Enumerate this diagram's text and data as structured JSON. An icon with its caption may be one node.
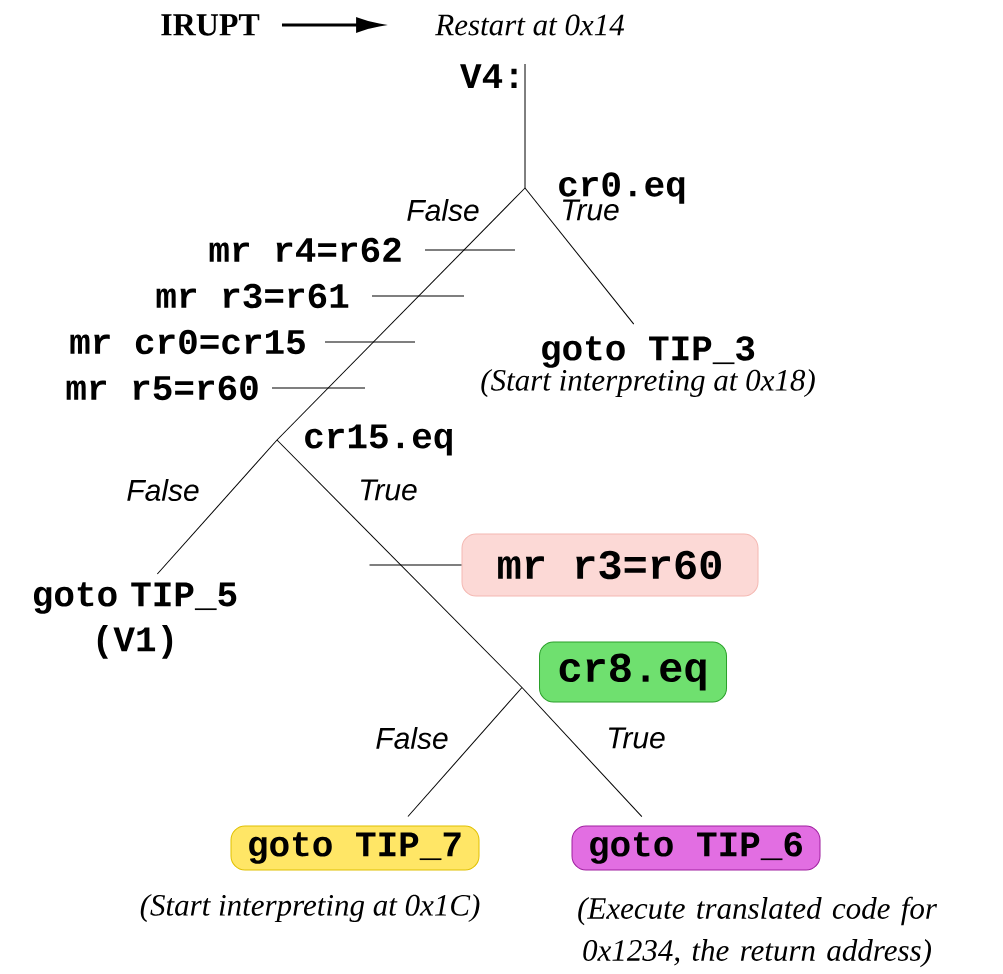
{
  "diagram": {
    "nodes": [
      {
        "text": [
          "IRUPT"
        ]
      },
      {
        "text": [
          "Restart at 0x14"
        ]
      },
      {
        "text": [
          "V4:"
        ]
      },
      {
        "text": [
          "cr0.eq"
        ]
      },
      {
        "text": [
          "mr r4=r62"
        ]
      },
      {
        "text": [
          "mr r3=r61"
        ]
      },
      {
        "text": [
          "mr cr0=cr15"
        ]
      },
      {
        "text": [
          "goto TIP_3"
        ],
        "beside": [
          "(Start interpreting at 0x18)"
        ]
      },
      {
        "text": [
          "mr r5=r60"
        ]
      },
      {
        "text": [
          "cr15.eq"
        ]
      },
      {
        "text": [
          "goto TIP_5 (V1)"
        ]
      },
      {
        "text": [
          "mr r3=r60"
        ]
      },
      {
        "text": [
          "cr8.eq"
        ]
      },
      {
        "text": [
          "goto TIP_7"
        ],
        "beside": [
          "(Start interpreting at 0x1C)"
        ]
      },
      {
        "text": [
          "goto TIP_6"
        ],
        "beside": [
          "(Execute translated code for 0x1234, the return address)"
        ]
      }
    ],
    "edges": [
      {
        "from": 0,
        "to": 1,
        "arrow": "to",
        "style": "thick"
      },
      {
        "from": 2,
        "to": 3,
        "arrow": "none"
      },
      {
        "from": 3,
        "to": 9,
        "arrow": "none",
        "label": "False"
      },
      {
        "from": 3,
        "to": 7,
        "arrow": "none",
        "label": "True"
      },
      {
        "from": 4,
        "to": null,
        "arrow": "none"
      },
      {
        "from": 5,
        "to": null,
        "arrow": "none"
      },
      {
        "from": 6,
        "to": null,
        "arrow": "none"
      },
      {
        "from": 8,
        "to": null,
        "arrow": "none"
      },
      {
        "from": 9,
        "to": 10,
        "arrow": "none",
        "label": "False"
      },
      {
        "from": 9,
        "to": 12,
        "arrow": "none",
        "label": "True"
      },
      {
        "from": 11,
        "to": null,
        "arrow": "none"
      },
      {
        "from": 12,
        "to": 13,
        "arrow": "none",
        "label": "False"
      },
      {
        "from": 12,
        "to": 14,
        "arrow": "none",
        "label": "True"
      }
    ]
  }
}
